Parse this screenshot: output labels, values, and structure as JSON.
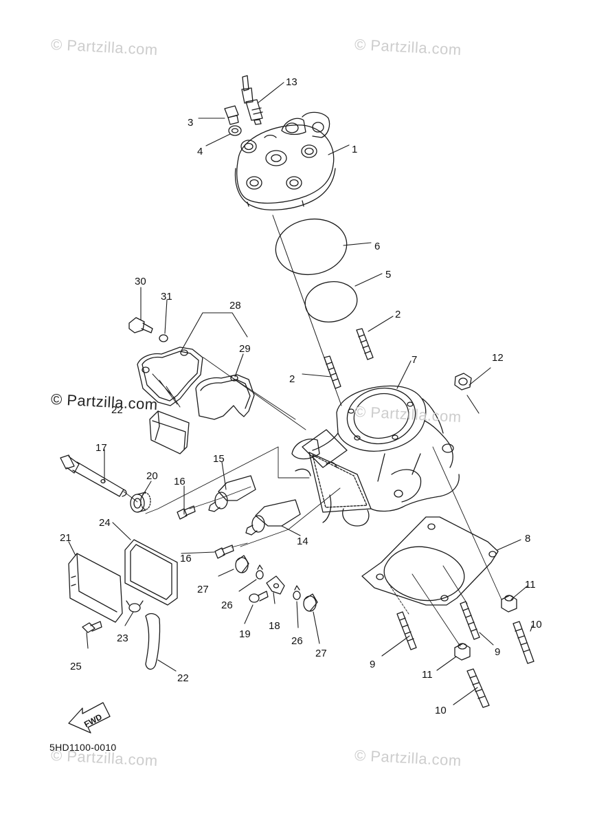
{
  "watermarks": [
    "© Partzilla.com",
    "© Partzilla.com",
    "© Partzilla.com",
    "© Partzilla.com",
    "© Partzilla.com",
    "© Partzilla.com"
  ],
  "diagram_code": "5HD1100-0010",
  "fwd_label": "FWD",
  "callouts": [
    "13",
    "3",
    "4",
    "1",
    "6",
    "5",
    "30",
    "31",
    "28",
    "29",
    "2",
    "2",
    "7",
    "12",
    "22",
    "17",
    "15",
    "20",
    "16",
    "24",
    "21",
    "16",
    "14",
    "8",
    "27",
    "26",
    "19",
    "18",
    "26",
    "27",
    "11",
    "10",
    "23",
    "25",
    "9",
    "9",
    "22",
    "11",
    "10"
  ]
}
